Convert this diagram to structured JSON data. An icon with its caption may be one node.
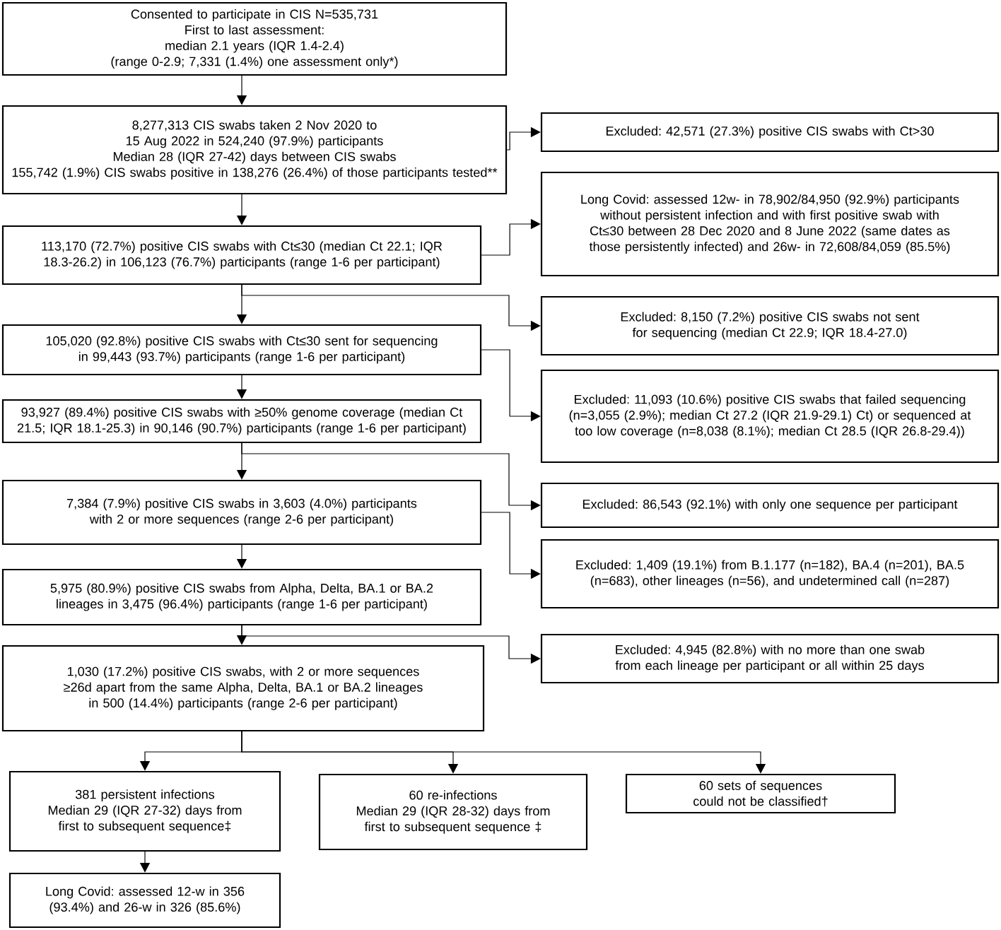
{
  "diagram": {
    "nodes": [
      {
        "text": [
          "Consented to participate in CIS N=535,731",
          "First to last assessment:",
          "median 2.1 years (IQR 1.4-2.4)",
          "(range 0-2.9; 7,331 (1.4%) one assessment only*)"
        ]
      },
      {
        "text": [
          "8,277,313 CIS swabs taken 2 Nov 2020 to 15 Aug 2022 in 524,240 (97.9%) participants",
          "Median 28 (IQR 27-42) days between CIS swabs",
          "155,742 (1.9%) CIS swabs positive in 138,276 (26.4%) of those participants tested**"
        ]
      },
      {
        "text": [
          "Excluded: 42,571 (27.3%) positive CIS swabs with Ct>30"
        ]
      },
      {
        "text": [
          "113,170 (72.7%) positive CIS swabs with Ct≤30 (median Ct 22.1; IQR 18.3-26.2) in 106,123 (76.7%) participants (range 1-6 per participant)"
        ]
      },
      {
        "text": [
          "Long Covid: assessed 12w- in 78,902/84,950 (92.9%) participants without persistent infection and with first positive swab with Ct≤30 between 28 Dec 2020 and 8 June 2022 (same dates as those persistently infected) and 26w- in 72,608/84,059 (85.5%)"
        ]
      },
      {
        "text": [
          "Excluded: 8,150 (7.2%) positive CIS swabs not sent for sequencing (median Ct 22.9; IQR 18.4-27.0)"
        ]
      },
      {
        "text": [
          "105,020 (92.8%) positive CIS swabs with Ct≤30 sent for sequencing in 99,443 (93.7%) participants (range 1-6 per participant)"
        ]
      },
      {
        "text": [
          "Excluded: 11,093 (10.6%) positive CIS swabs that failed sequencing (n=3,055 (2.9%); median Ct 27.2 (IQR 21.9-29.1) Ct) or sequenced at too low coverage (n=8,038 (8.1%); median Ct 28.5 (IQR 26.8-29.4))"
        ]
      },
      {
        "text": [
          "93,927 (89.4%) positive CIS swabs with ≥50% genome coverage (median Ct 21.5; IQR 18.1-25.3) in 90,146 (90.7%) participants (range 1-6 per participant)"
        ]
      },
      {
        "text": [
          "Excluded: 86,543 (92.1%) with only one sequence per participant"
        ]
      },
      {
        "text": [
          "7,384 (7.9%) positive CIS swabs in 3,603 (4.0%) participants with 2 or more sequences (range 2-6 per participant)"
        ]
      },
      {
        "text": [
          "Excluded: 1,409 (19.1%) from B.1.177 (n=182), BA.4 (n=201), BA.5 (n=683), other lineages (n=56), and undetermined call (n=287)"
        ]
      },
      {
        "text": [
          "5,975 (80.9%) positive CIS swabs from Alpha, Delta, BA.1 or BA.2 lineages in 3,475 (96.4%) participants (range 1-6 per participant)"
        ]
      },
      {
        "text": [
          "Excluded: 4,945 (82.8%) with no more than one swab from each lineage per participant or all within 25 days"
        ]
      },
      {
        "text": [
          "1,030 (17.2%) positive CIS swabs, with 2 or more sequences ≥26d apart from the same Alpha, Delta, BA.1 or BA.2 lineages in 500 (14.4%) participants (range 2-6 per participant)"
        ]
      },
      {
        "text": [
          "381 persistent infections",
          "Median 29 (IQR 27-32) days from first to subsequent sequence‡"
        ]
      },
      {
        "text": [
          "60 re-infections",
          "Median 29 (IQR 28-32) days from first to subsequent sequence ‡"
        ]
      },
      {
        "text": [
          "60 sets of sequences could not be classified†"
        ]
      },
      {
        "text": [
          "Long Covid: assessed 12-w in 356 (93.4%) and 26-w in 326 (85.6%)"
        ]
      }
    ],
    "edges": [
      {
        "from": 0,
        "to": 1,
        "arrow": "to"
      },
      {
        "from": 1,
        "to": 3,
        "arrow": "to"
      },
      {
        "from": 1,
        "to": 2,
        "arrow": "to"
      },
      {
        "from": 3,
        "to": 4,
        "arrow": "to"
      },
      {
        "from": 3,
        "to": 6,
        "arrow": "to"
      },
      {
        "from": 3,
        "to": 5,
        "arrow": "to"
      },
      {
        "from": 6,
        "to": 8,
        "arrow": "to"
      },
      {
        "from": 6,
        "to": 7,
        "arrow": "to"
      },
      {
        "from": 8,
        "to": 10,
        "arrow": "to"
      },
      {
        "from": 8,
        "to": 9,
        "arrow": "to"
      },
      {
        "from": 10,
        "to": 12,
        "arrow": "to"
      },
      {
        "from": 10,
        "to": 11,
        "arrow": "to"
      },
      {
        "from": 12,
        "to": 14,
        "arrow": "to"
      },
      {
        "from": 12,
        "to": 13,
        "arrow": "to"
      },
      {
        "from": 14,
        "to": 15,
        "arrow": "to"
      },
      {
        "from": 14,
        "to": 16,
        "arrow": "to"
      },
      {
        "from": 14,
        "to": 17,
        "arrow": "to"
      },
      {
        "from": 15,
        "to": 18,
        "arrow": "to"
      }
    ]
  }
}
